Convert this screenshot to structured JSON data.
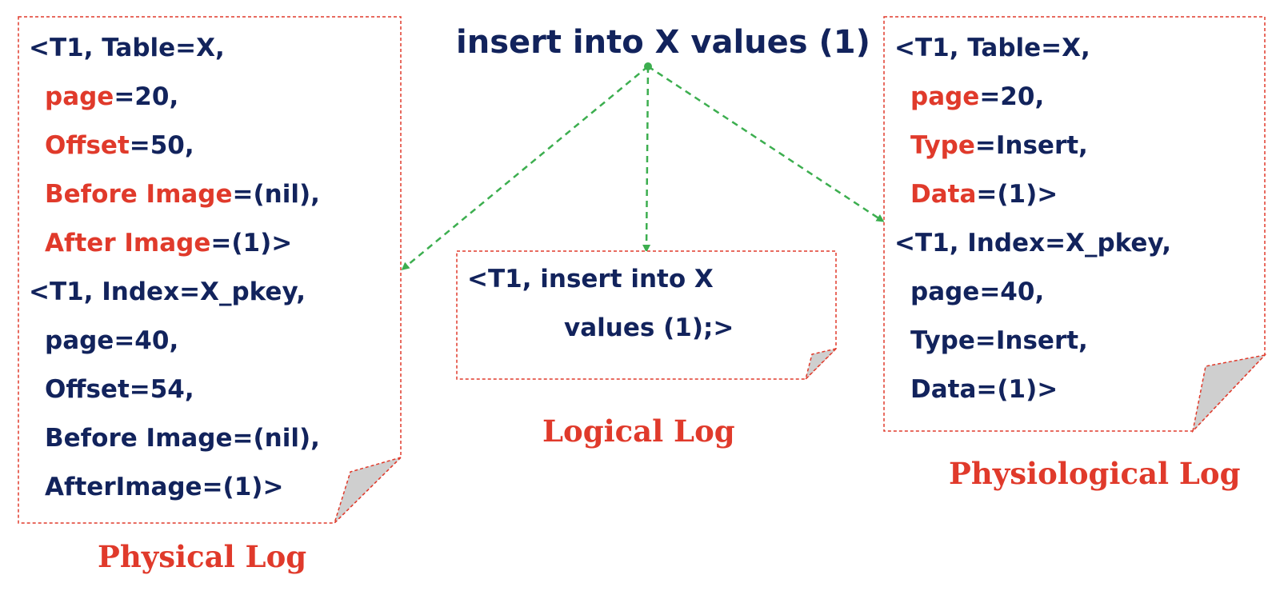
{
  "query": "insert into X values (1)",
  "colors": {
    "text": "#12235c",
    "highlight": "#e03a2b",
    "arrow": "#3cae4f",
    "border": "#e03a2b",
    "fold": "#cfcfcf"
  },
  "physical_log": {
    "caption": "Physical Log",
    "lines": [
      {
        "key": "",
        "rest": "<T1, Table=X,"
      },
      {
        "key": "page",
        "rest": "=20,"
      },
      {
        "key": "Offset",
        "rest": "=50,"
      },
      {
        "key": "Before Image",
        "rest": "=(nil),"
      },
      {
        "key": "After Image",
        "rest": "=(1)>"
      },
      {
        "key": "",
        "rest": "<T1, Index=X_pkey,"
      },
      {
        "key": "",
        "rest": "page=40,"
      },
      {
        "key": "",
        "rest": "Offset=54,"
      },
      {
        "key": "",
        "rest": "Before Image=(nil),"
      },
      {
        "key": "",
        "rest": "AfterImage=(1)>"
      }
    ]
  },
  "logical_log": {
    "caption": "Logical Log",
    "lines": [
      {
        "key": "",
        "rest": "<T1, insert into X"
      },
      {
        "key": "",
        "rest": "values (1);>"
      }
    ]
  },
  "physiological_log": {
    "caption": "Physiological Log",
    "lines": [
      {
        "key": "",
        "rest": "<T1, Table=X,"
      },
      {
        "key": "page",
        "rest": "=20,"
      },
      {
        "key": "Type",
        "rest": "=Insert,"
      },
      {
        "key": "Data",
        "rest": "=(1)>"
      },
      {
        "key": "",
        "rest": "<T1, Index=X_pkey,"
      },
      {
        "key": "",
        "rest": "page=40,"
      },
      {
        "key": "",
        "rest": "Type=Insert,"
      },
      {
        "key": "",
        "rest": "Data=(1)>"
      }
    ]
  }
}
